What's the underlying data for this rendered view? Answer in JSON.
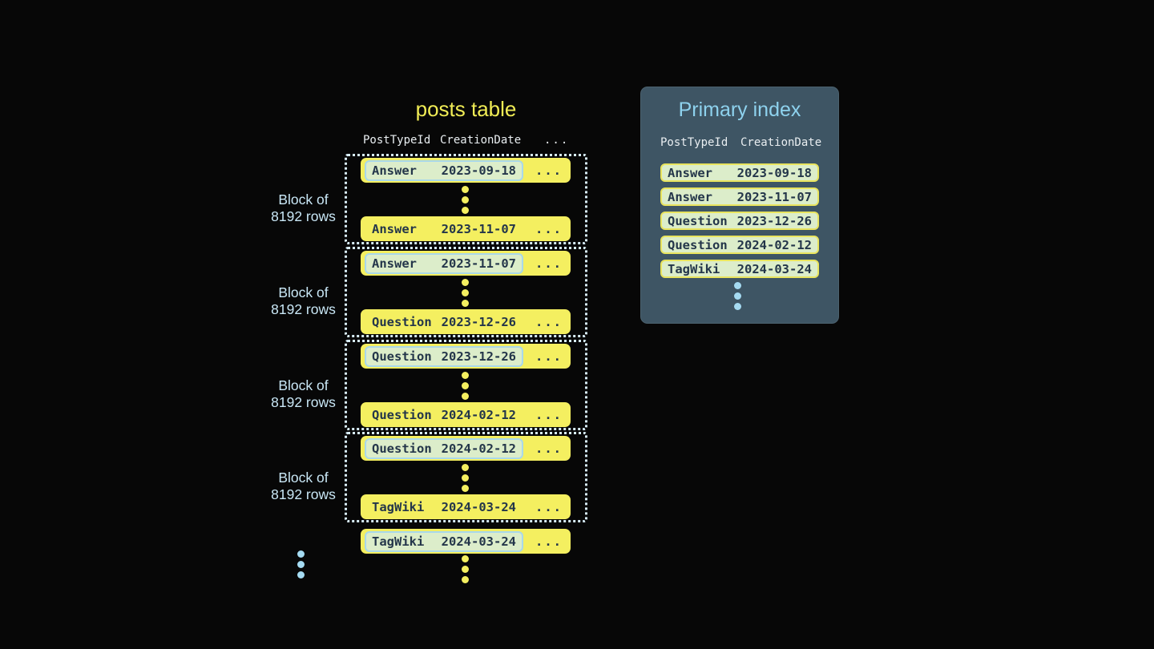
{
  "colors": {
    "background": "#070707",
    "posts_title": "#f0ec55",
    "row_yellow": "#f4ef60",
    "row_text": "#24364a",
    "highlight_pill_bg": "#dcedca",
    "highlight_pill_border": "#a9d8ea",
    "index_pill_border": "#e9e45e",
    "panel_bg": "#3e5564",
    "panel_title": "#8ed2ee",
    "column_header_text": "#e9eef1",
    "block_label_text": "#c9e7f6",
    "block_border": "#d7ecf6",
    "dot_blue": "#a5dbf2"
  },
  "posts_table": {
    "title": "posts table",
    "columns": [
      "PostTypeId",
      "CreationDate",
      "..."
    ],
    "row_ellipsis": "...",
    "blocks": [
      {
        "label": [
          "Block of",
          "8192 rows"
        ],
        "first_row": {
          "post_type": "Answer",
          "date": "2023-09-18",
          "highlighted": true
        },
        "last_row": {
          "post_type": "Answer",
          "date": "2023-11-07",
          "highlighted": false
        }
      },
      {
        "label": [
          "Block of",
          "8192 rows"
        ],
        "first_row": {
          "post_type": "Answer",
          "date": "2023-11-07",
          "highlighted": true
        },
        "last_row": {
          "post_type": "Question",
          "date": "2023-12-26",
          "highlighted": false
        }
      },
      {
        "label": [
          "Block of",
          "8192 rows"
        ],
        "first_row": {
          "post_type": "Question",
          "date": "2023-12-26",
          "highlighted": true
        },
        "last_row": {
          "post_type": "Question",
          "date": "2024-02-12",
          "highlighted": false
        }
      },
      {
        "label": [
          "Block of",
          "8192 rows"
        ],
        "first_row": {
          "post_type": "Question",
          "date": "2024-02-12",
          "highlighted": true
        },
        "last_row": {
          "post_type": "TagWiki",
          "date": "2024-03-24",
          "highlighted": false
        }
      }
    ],
    "overflow_row": {
      "post_type": "TagWiki",
      "date": "2024-03-24",
      "highlighted": true
    }
  },
  "primary_index": {
    "title": "Primary index",
    "columns": [
      "PostTypeId",
      "CreationDate"
    ],
    "rows": [
      {
        "post_type": "Answer",
        "date": "2023-09-18"
      },
      {
        "post_type": "Answer",
        "date": "2023-11-07"
      },
      {
        "post_type": "Question",
        "date": "2023-12-26"
      },
      {
        "post_type": "Question",
        "date": "2024-02-12"
      },
      {
        "post_type": "TagWiki",
        "date": "2024-03-24"
      }
    ]
  }
}
